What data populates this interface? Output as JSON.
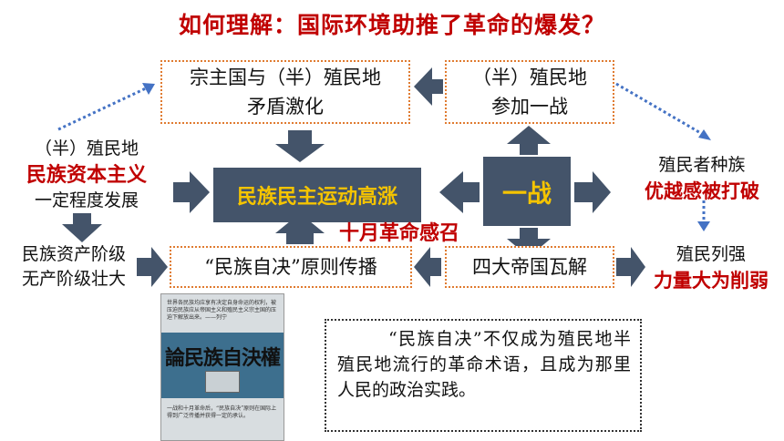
{
  "title": "如何理解：国际环境助推了革命的爆发？",
  "boxes": {
    "contradiction": {
      "line1": "宗主国与（半）殖民地",
      "line2": "矛盾激化"
    },
    "join_war": {
      "line1": "（半）殖民地",
      "line2": "参加一战"
    },
    "self_determination": "“民族自决”原则传播",
    "empires_collapse": "四大帝国瓦解",
    "center": "民族民主运动高涨",
    "war": "一战"
  },
  "left": {
    "capitalism": {
      "line1": "（半）殖民地",
      "line2": "民族资本主义",
      "line3": "一定程度发展"
    },
    "classes": {
      "line1": "民族资产阶级",
      "line2": "无产阶级壮大"
    }
  },
  "right": {
    "racism": {
      "line1": "殖民者种族",
      "line2": "优越感被打破"
    },
    "powers": {
      "line1": "殖民列强",
      "line2": "力量大为削弱"
    }
  },
  "october": "十月革命感召",
  "quote": "“民族自决”不仅成为殖民地半殖民地流行的革命术语，且成为那里人民的政治实践。",
  "poster": {
    "top_text": "世界各民族均应享有决定自身命运的权利，被压迫民族应从帝国主义和殖民主义宗主国的压迫下解放出来。——列宁",
    "title": "論民族自決權",
    "bottom_text": "一战和十月革命后，“民族自决”原则在国际上得到广泛传播并获得一定的承认。"
  },
  "colors": {
    "accent_red": "#c00000",
    "box_dark": "#44546a",
    "gold_text": "#f5c400",
    "border_orange": "#e07b30",
    "dotted_blue": "#4472c4"
  }
}
